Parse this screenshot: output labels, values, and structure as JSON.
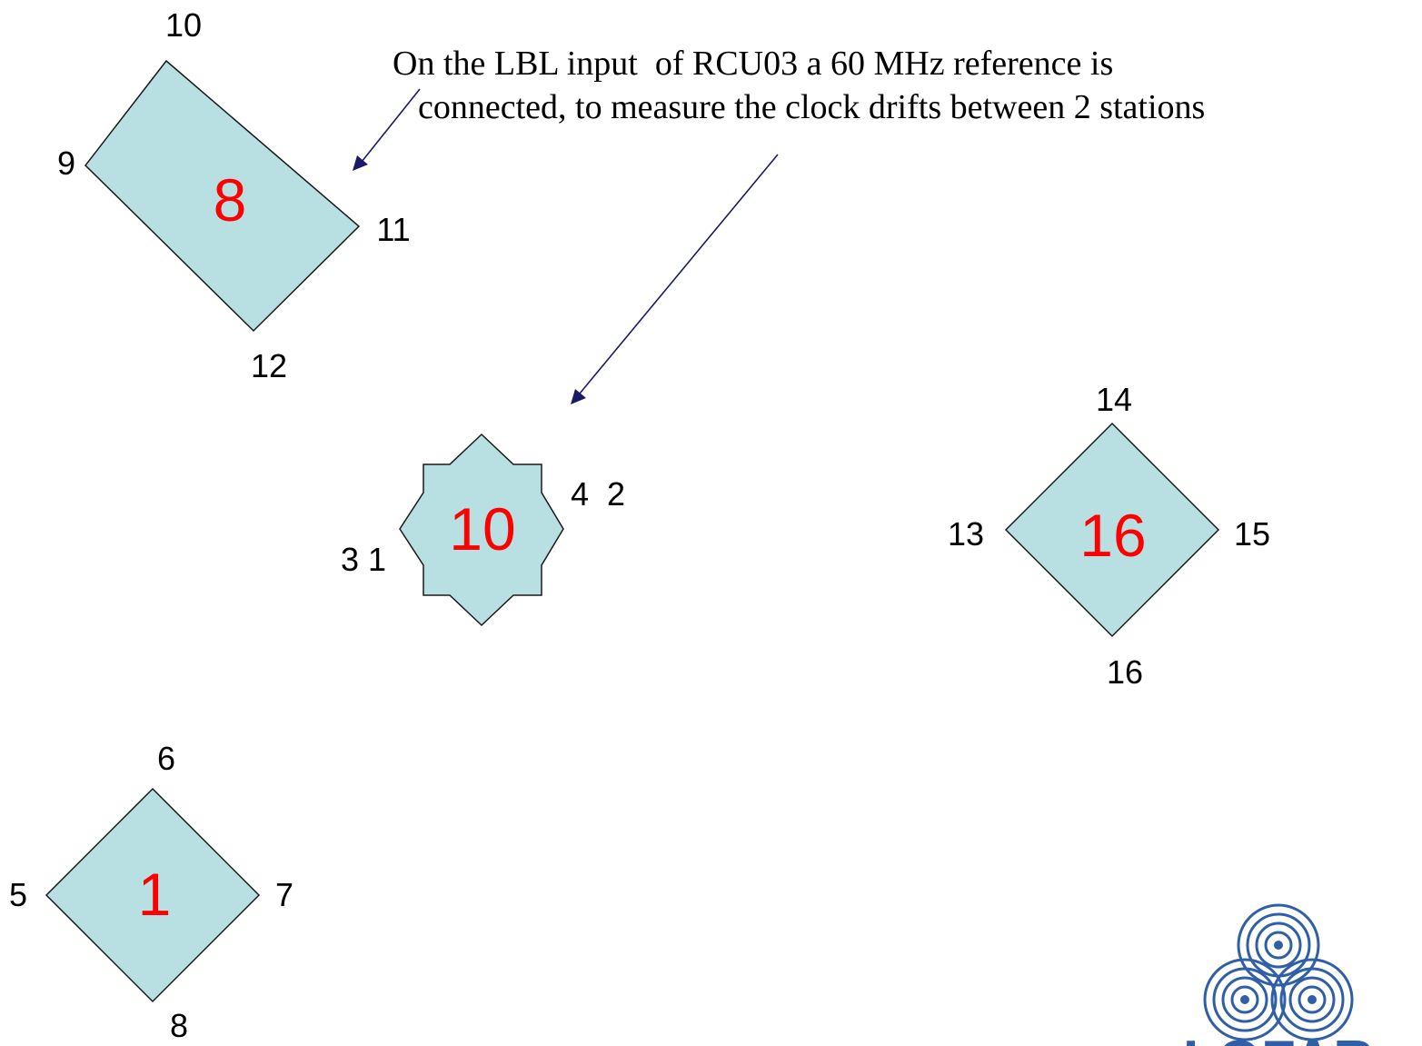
{
  "colors": {
    "fill": "#b8dfe1",
    "stroke": "#1a1a1a",
    "red": "#ff0000",
    "arrow": "#1a1a66",
    "logo": "#2f5fa7"
  },
  "annotation": {
    "line1": "On the LBL input  of RCU03 a 60 MHz reference is",
    "line2": "connected, to measure the clock drifts between 2 stations"
  },
  "tiles": {
    "tile_8": {
      "number": "8",
      "ports": {
        "top": "10",
        "left": "9",
        "right": "11",
        "bottom": "12"
      }
    },
    "tile_10": {
      "number": "10",
      "ports": {
        "left": "3 1",
        "right": "4  2"
      }
    },
    "tile_16": {
      "number": "16",
      "ports": {
        "top": "14",
        "left": "13",
        "right": "15",
        "bottom": "16"
      }
    },
    "tile_1": {
      "number": "1",
      "ports": {
        "top": "6",
        "left": "5",
        "right": "7",
        "bottom": "8"
      }
    }
  },
  "logo": {
    "name": "lofar-logo",
    "text": "LOFAR"
  }
}
